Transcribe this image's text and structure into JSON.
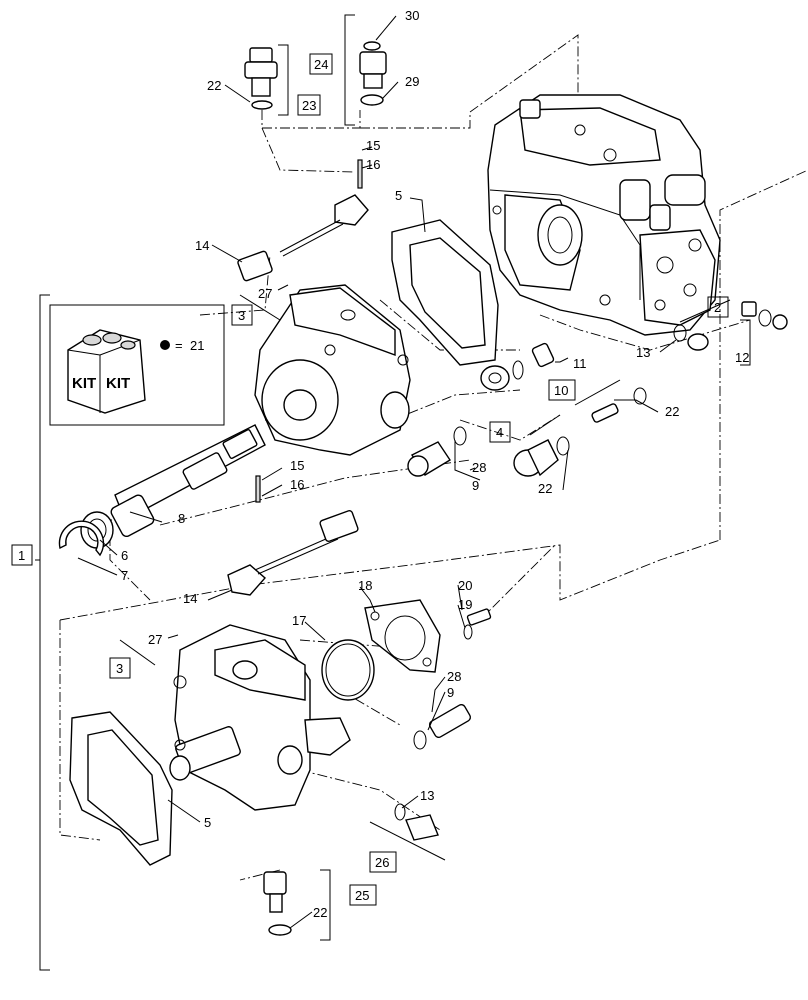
{
  "callouts": {
    "c1": "1",
    "c2": "2",
    "c3a": "3",
    "c3b": "3",
    "c4": "4",
    "c5a": "5",
    "c5b": "5",
    "c6": "6",
    "c7": "7",
    "c8": "8",
    "c9a": "9",
    "c9b": "9",
    "c10": "10",
    "c11": "11",
    "c12": "12",
    "c13a": "13",
    "c13b": "13",
    "c14a": "14",
    "c14b": "14",
    "c15a": "15",
    "c15b": "15",
    "c16a": "16",
    "c16b": "16",
    "c17": "17",
    "c18": "18",
    "c19": "19",
    "c20": "20",
    "c22a": "22",
    "c22b": "22",
    "c22c": "22",
    "c22d": "22",
    "c23": "23",
    "c24": "24",
    "c25": "25",
    "c26": "26",
    "c27a": "27",
    "c27b": "27",
    "c28a": "28",
    "c28b": "28",
    "c29": "29",
    "c30": "30"
  },
  "kit_legend": {
    "kit_label_1": "KIT",
    "kit_label_2": "KIT",
    "equals": "=",
    "number": "21"
  }
}
